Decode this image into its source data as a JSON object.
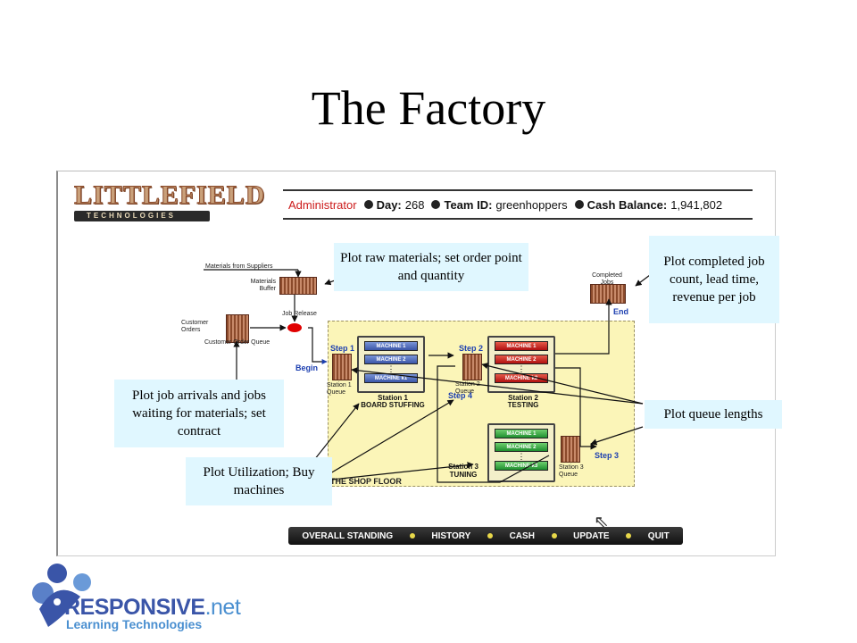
{
  "slide": {
    "title": "The Factory"
  },
  "app": {
    "logo": {
      "name": "LITTLEFIELD",
      "sub": "TECHNOLOGIES"
    },
    "status": {
      "user": "Administrator",
      "day_label": "Day:",
      "day": "268",
      "team_label": "Team ID:",
      "team": "greenhoppers",
      "cash_label": "Cash Balance:",
      "cash": "1,941,802"
    },
    "flow": {
      "materials_from_suppliers": "Materials from Suppliers",
      "materials_buffer": "Materials Buffer",
      "job_release": "Job Release",
      "customer_orders": "Customer Orders",
      "customer_order_queue": "Customer Order Queue",
      "begin": "Begin",
      "completed_jobs": "Completed Jobs",
      "end": "End",
      "shop_floor": "THE SHOP FLOOR"
    },
    "stations": [
      {
        "step": "Step 1",
        "queue": "Station 1 Queue",
        "machines": [
          "MACHINE 1",
          "MACHINE 2",
          "MACHINE k1"
        ],
        "name": "Station 1",
        "process": "BOARD STUFFING"
      },
      {
        "step": "Step 2",
        "queue": "Station 2 Queue",
        "machines": [
          "MACHINE 1",
          "MACHINE 2",
          "MACHINE k2"
        ],
        "name": "Station 2",
        "process": "TESTING",
        "step_extra": "Step 4"
      },
      {
        "step": "Step 3",
        "queue": "Station 3 Queue",
        "machines": [
          "MACHINE 1",
          "MACHINE 2",
          "MACHINE k3"
        ],
        "name": "Station 3",
        "process": "TUNING"
      }
    ],
    "menu": [
      "OVERALL STANDING",
      "HISTORY",
      "CASH",
      "UPDATE",
      "QUIT"
    ]
  },
  "callouts": {
    "raw_materials": "Plot raw materials; set order point and quantity",
    "completed": "Plot completed job count, lead time, revenue per job",
    "job_arrivals": "Plot job arrivals and jobs waiting for materials; set contract",
    "queue_lengths": "Plot queue lengths",
    "utilization": "Plot Utilization; Buy machines"
  },
  "brand": {
    "name": "RESPONSIVE",
    "suffix": ".net",
    "sub": "Learning Technologies"
  },
  "colors": {
    "callout_bg": "#e0f7ff",
    "floor_bg": "#fbf5b8",
    "brand": "#3a55a8"
  }
}
